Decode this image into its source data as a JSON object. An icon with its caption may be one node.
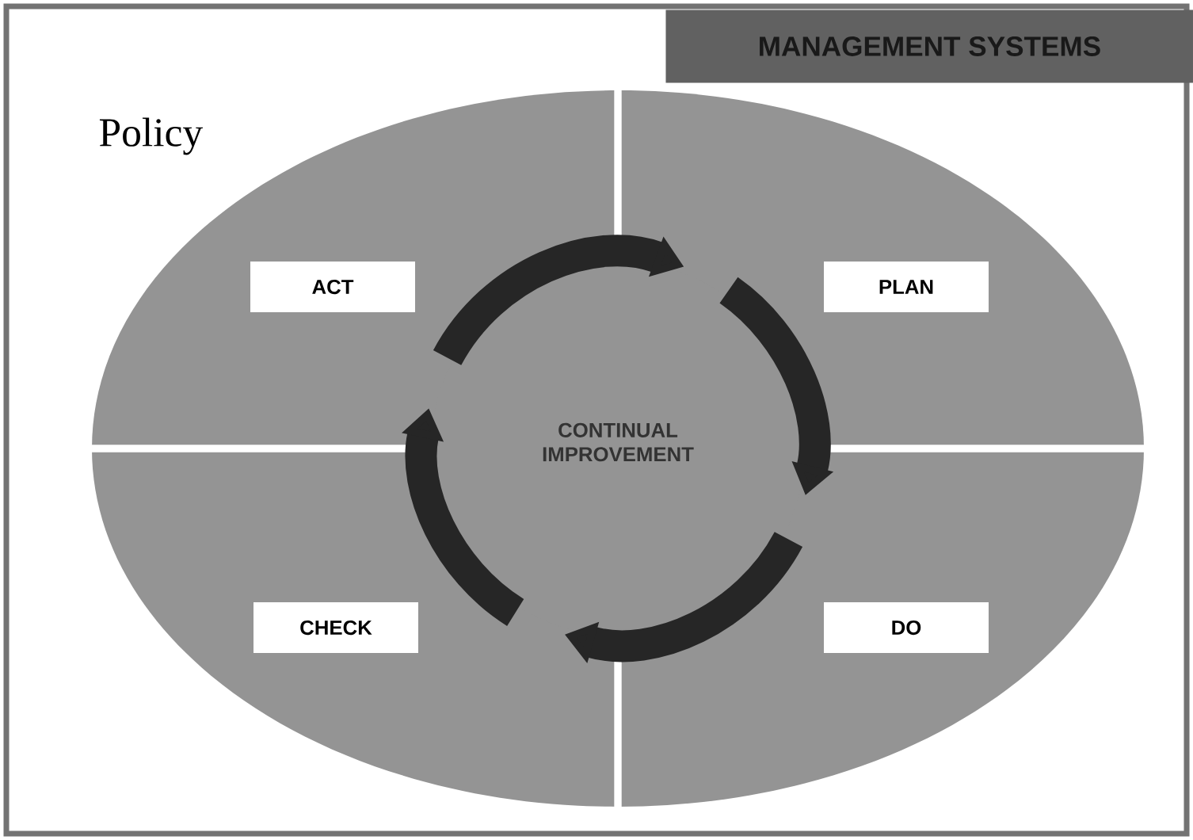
{
  "diagram": {
    "title": "MANAGEMENT SYSTEMS",
    "nodes": [
      {
        "text": [
          "ACT"
        ]
      },
      {
        "text": [
          "PLAN"
        ]
      },
      {
        "text": [
          "CHECK"
        ]
      },
      {
        "text": [
          "DO"
        ]
      },
      {
        "text": [
          "CONTINUAL IMPROVEMENT"
        ]
      }
    ],
    "labels": [
      "Policy"
    ]
  }
}
